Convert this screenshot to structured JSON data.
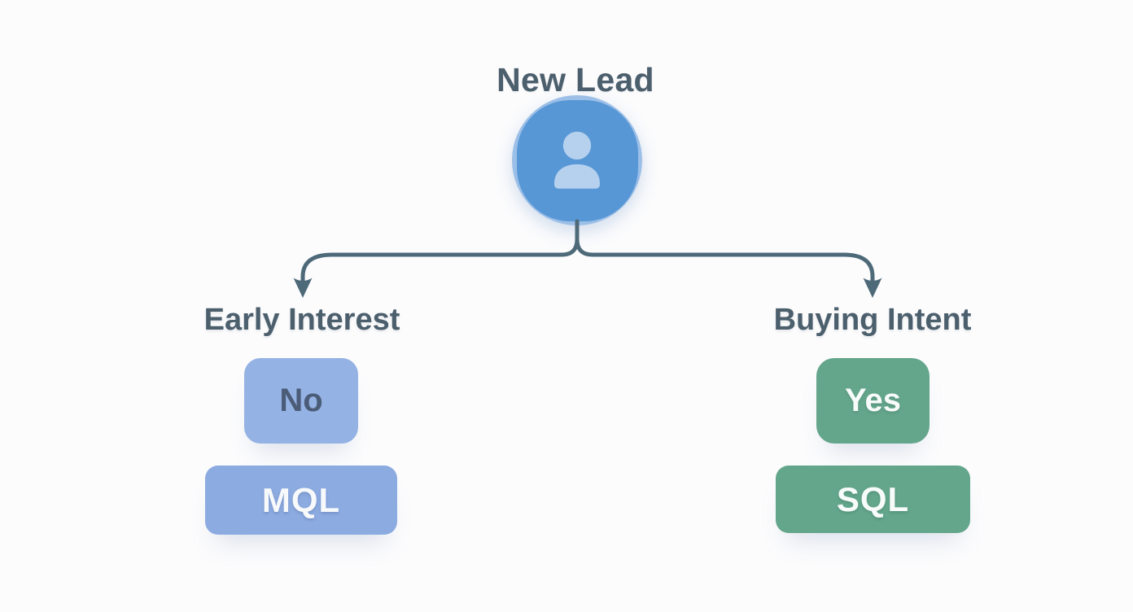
{
  "page": {
    "background": "#fcfcfd",
    "heading_text_color": "#4c5f6d"
  },
  "root": {
    "title": "New Lead",
    "icon": "person-icon",
    "circle_color": "#5897d5",
    "ring_color": "#9cbfe8",
    "icon_color": "#b5d1ee"
  },
  "connectors": {
    "color": "#4e6a79"
  },
  "branches": [
    {
      "label": "Early Interest",
      "decision": "No",
      "outcome": "MQL",
      "decision_bg": "#94b2e4",
      "decision_text_color": "#4a5c77",
      "outcome_bg": "#8cabe0",
      "outcome_text_color": "#f7f9fb"
    },
    {
      "label": "Buying Intent",
      "decision": "Yes",
      "outcome": "SQL",
      "decision_bg": "#64a68c",
      "decision_text_color": "#f7fbf9",
      "outcome_bg": "#63a68c",
      "outcome_text_color": "#f7fbf9"
    }
  ]
}
